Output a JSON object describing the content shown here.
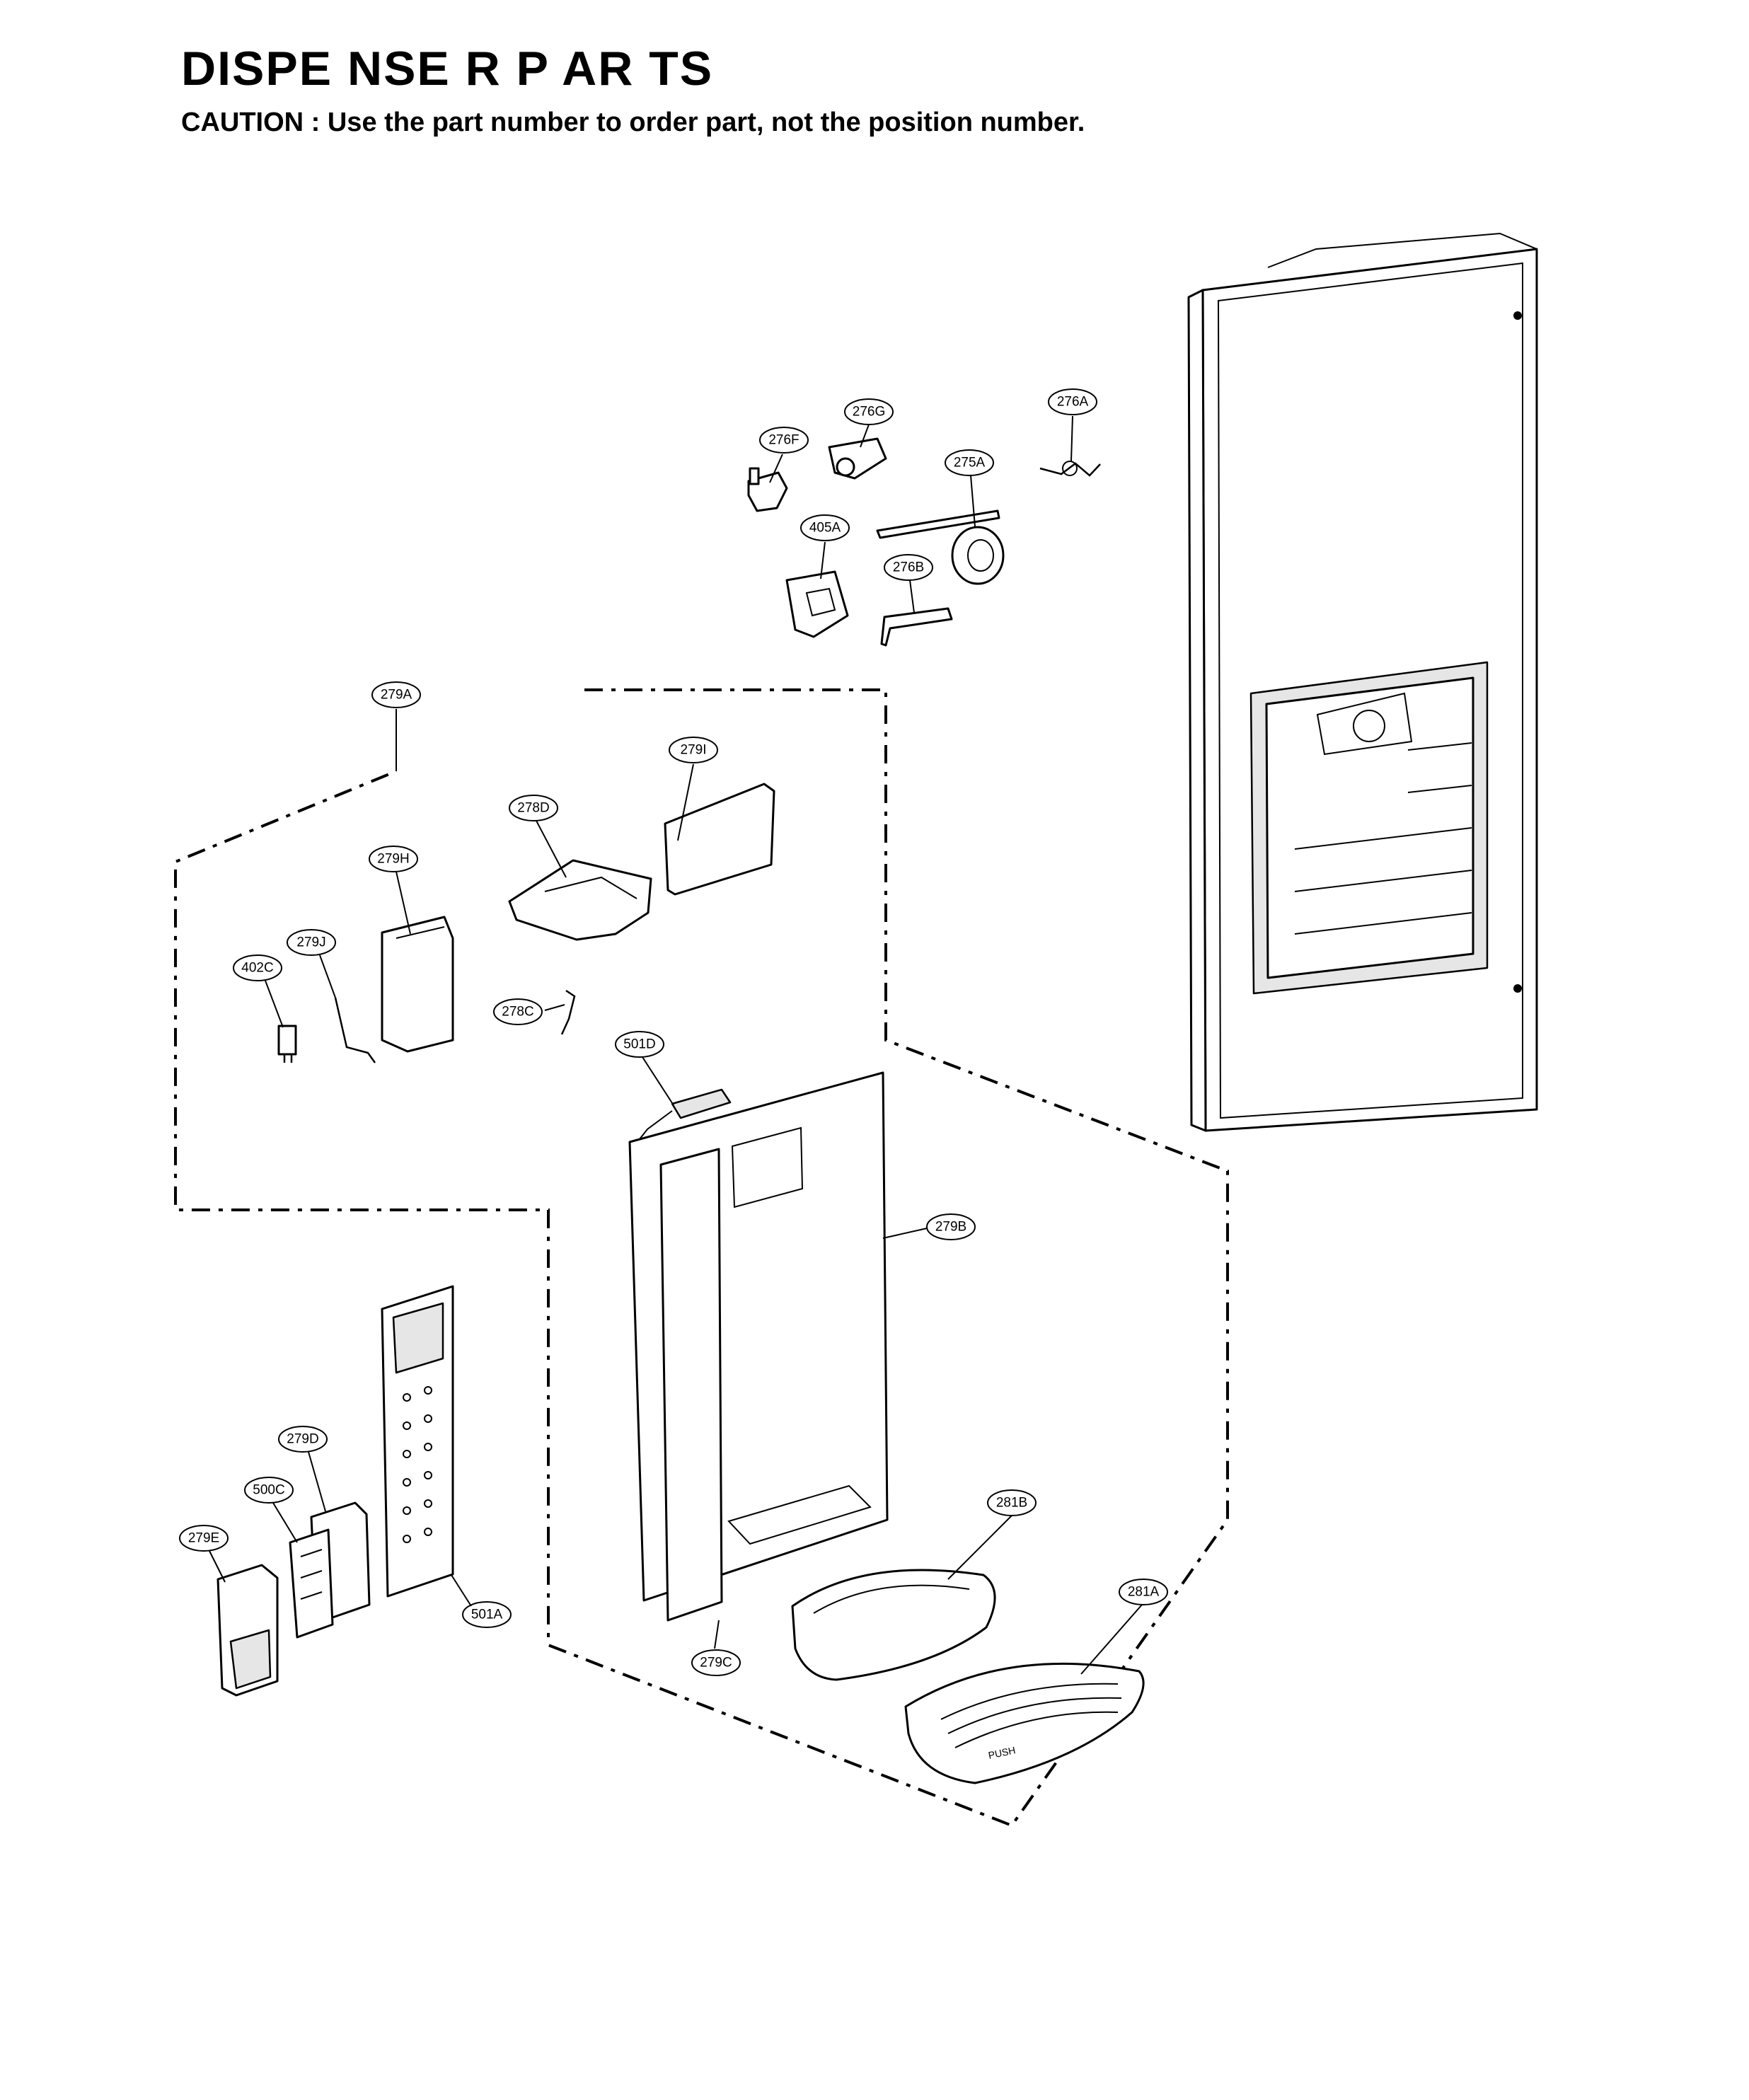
{
  "header": {
    "title": "DISPE NSE R P AR TS",
    "caution": "CAUTION : Use the part number to order part, not the position number."
  },
  "callouts": {
    "c276A": "276A",
    "c276G": "276G",
    "c276F": "276F",
    "c275A": "275A",
    "c405A": "405A",
    "c276B": "276B",
    "c279A": "279A",
    "c279I": "279I",
    "c278D": "278D",
    "c279H": "279H",
    "c279J": "279J",
    "c402C": "402C",
    "c278C": "278C",
    "c501D": "501D",
    "c279B": "279B",
    "c279D": "279D",
    "c500C": "500C",
    "c279E": "279E",
    "c501A": "501A",
    "c279C": "279C",
    "c281B": "281B",
    "c281A": "281A"
  },
  "markings": {
    "push": "PUSH"
  }
}
